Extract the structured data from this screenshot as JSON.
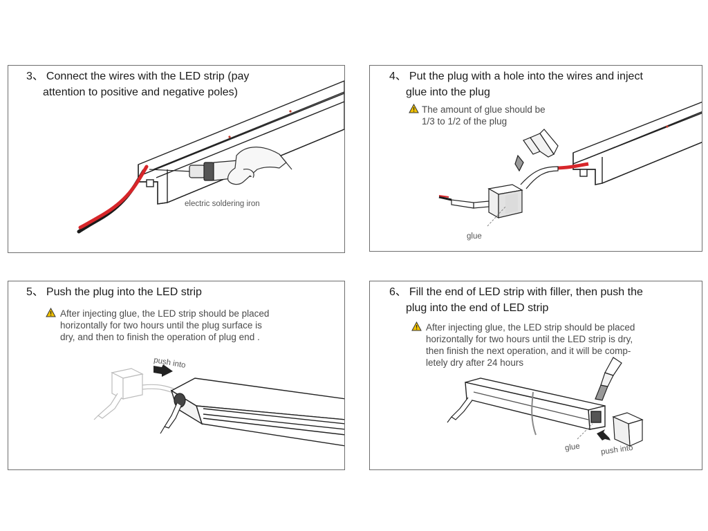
{
  "steps": [
    {
      "number": "3、",
      "title_line1": "Connect the wires with the LED strip (pay",
      "title_line2": "attention to positive and negative poles)",
      "labels": {
        "iron": "electric soldering iron"
      }
    },
    {
      "number": "4、",
      "title_line1": "Put the plug with a hole into the wires and inject",
      "title_line2": "glue into the plug",
      "note_lines": [
        "The amount of glue should be",
        "1/3 to 1/2  of the plug"
      ],
      "labels": {
        "glue": "glue"
      }
    },
    {
      "number": "5、",
      "title_line1": "Push the plug into the LED strip",
      "note_lines": [
        "After injecting glue, the LED strip should be placed",
        "horizontally for two hours until the plug surface is",
        "dry, and then to finish the operation of plug end ."
      ],
      "labels": {
        "push": "push into"
      }
    },
    {
      "number": "6、",
      "title_line1": "Fill the end of LED strip with filler, then push the",
      "title_line2": "plug into the end of LED strip",
      "note_lines": [
        "After injecting glue, the LED strip should be placed",
        "horizontally for two hours until the LED strip is dry,",
        "then finish the next operation, and it will be comp-",
        "letely dry after 24 hours"
      ],
      "labels": {
        "glue": "glue",
        "push": "push into"
      }
    }
  ],
  "colors": {
    "border": "#6d6d6d",
    "wire_red": "#d7262a",
    "wire_black": "#1a1a1a",
    "warning": "#f2c200",
    "ghost": "#c8c8c8"
  }
}
